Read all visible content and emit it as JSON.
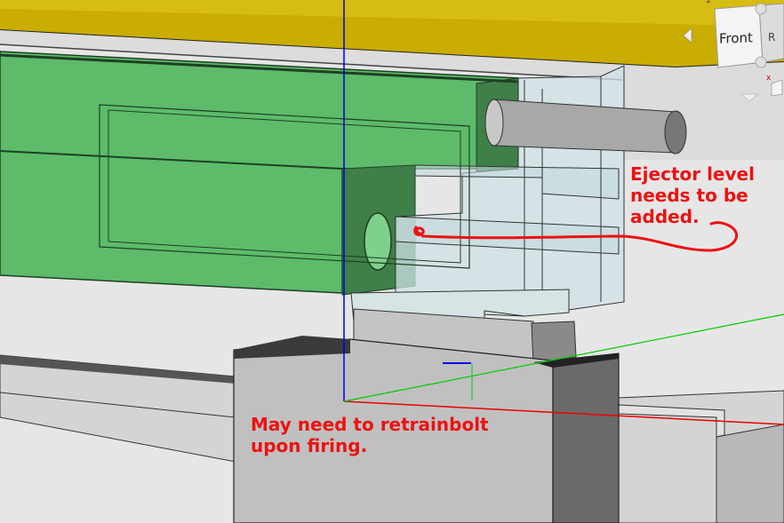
{
  "viewport": {
    "background": "#e8e8e8"
  },
  "annotations": {
    "ejector": {
      "lines": [
        "Ejector level",
        "needs to be",
        "added."
      ],
      "color": "#ee1111"
    },
    "retrain": {
      "lines": [
        "May need to retrainbolt",
        "upon firing."
      ],
      "color": "#ee1111"
    }
  },
  "navcube": {
    "face_label": "Front",
    "axis_z": "z",
    "axis_x": "x",
    "left_arrow_icon": "chevron-left-icon",
    "down_arrow_icon": "chevron-down-icon",
    "side_button_icon": "cube-view-icon"
  },
  "colors": {
    "part_green": "#5dbb6a",
    "part_green_dark": "#3f7f48",
    "part_yellow": "#c9ad00",
    "translucent_body": "#cfe2e6",
    "grey_block": "#c0c0c0",
    "grey_dark": "#6a6a6a",
    "pin_grey": "#a8a8a8",
    "axis_blue": "#0000dd",
    "axis_red": "#ee0000",
    "axis_green": "#00cc00",
    "sketch_red": "#ee1111"
  }
}
